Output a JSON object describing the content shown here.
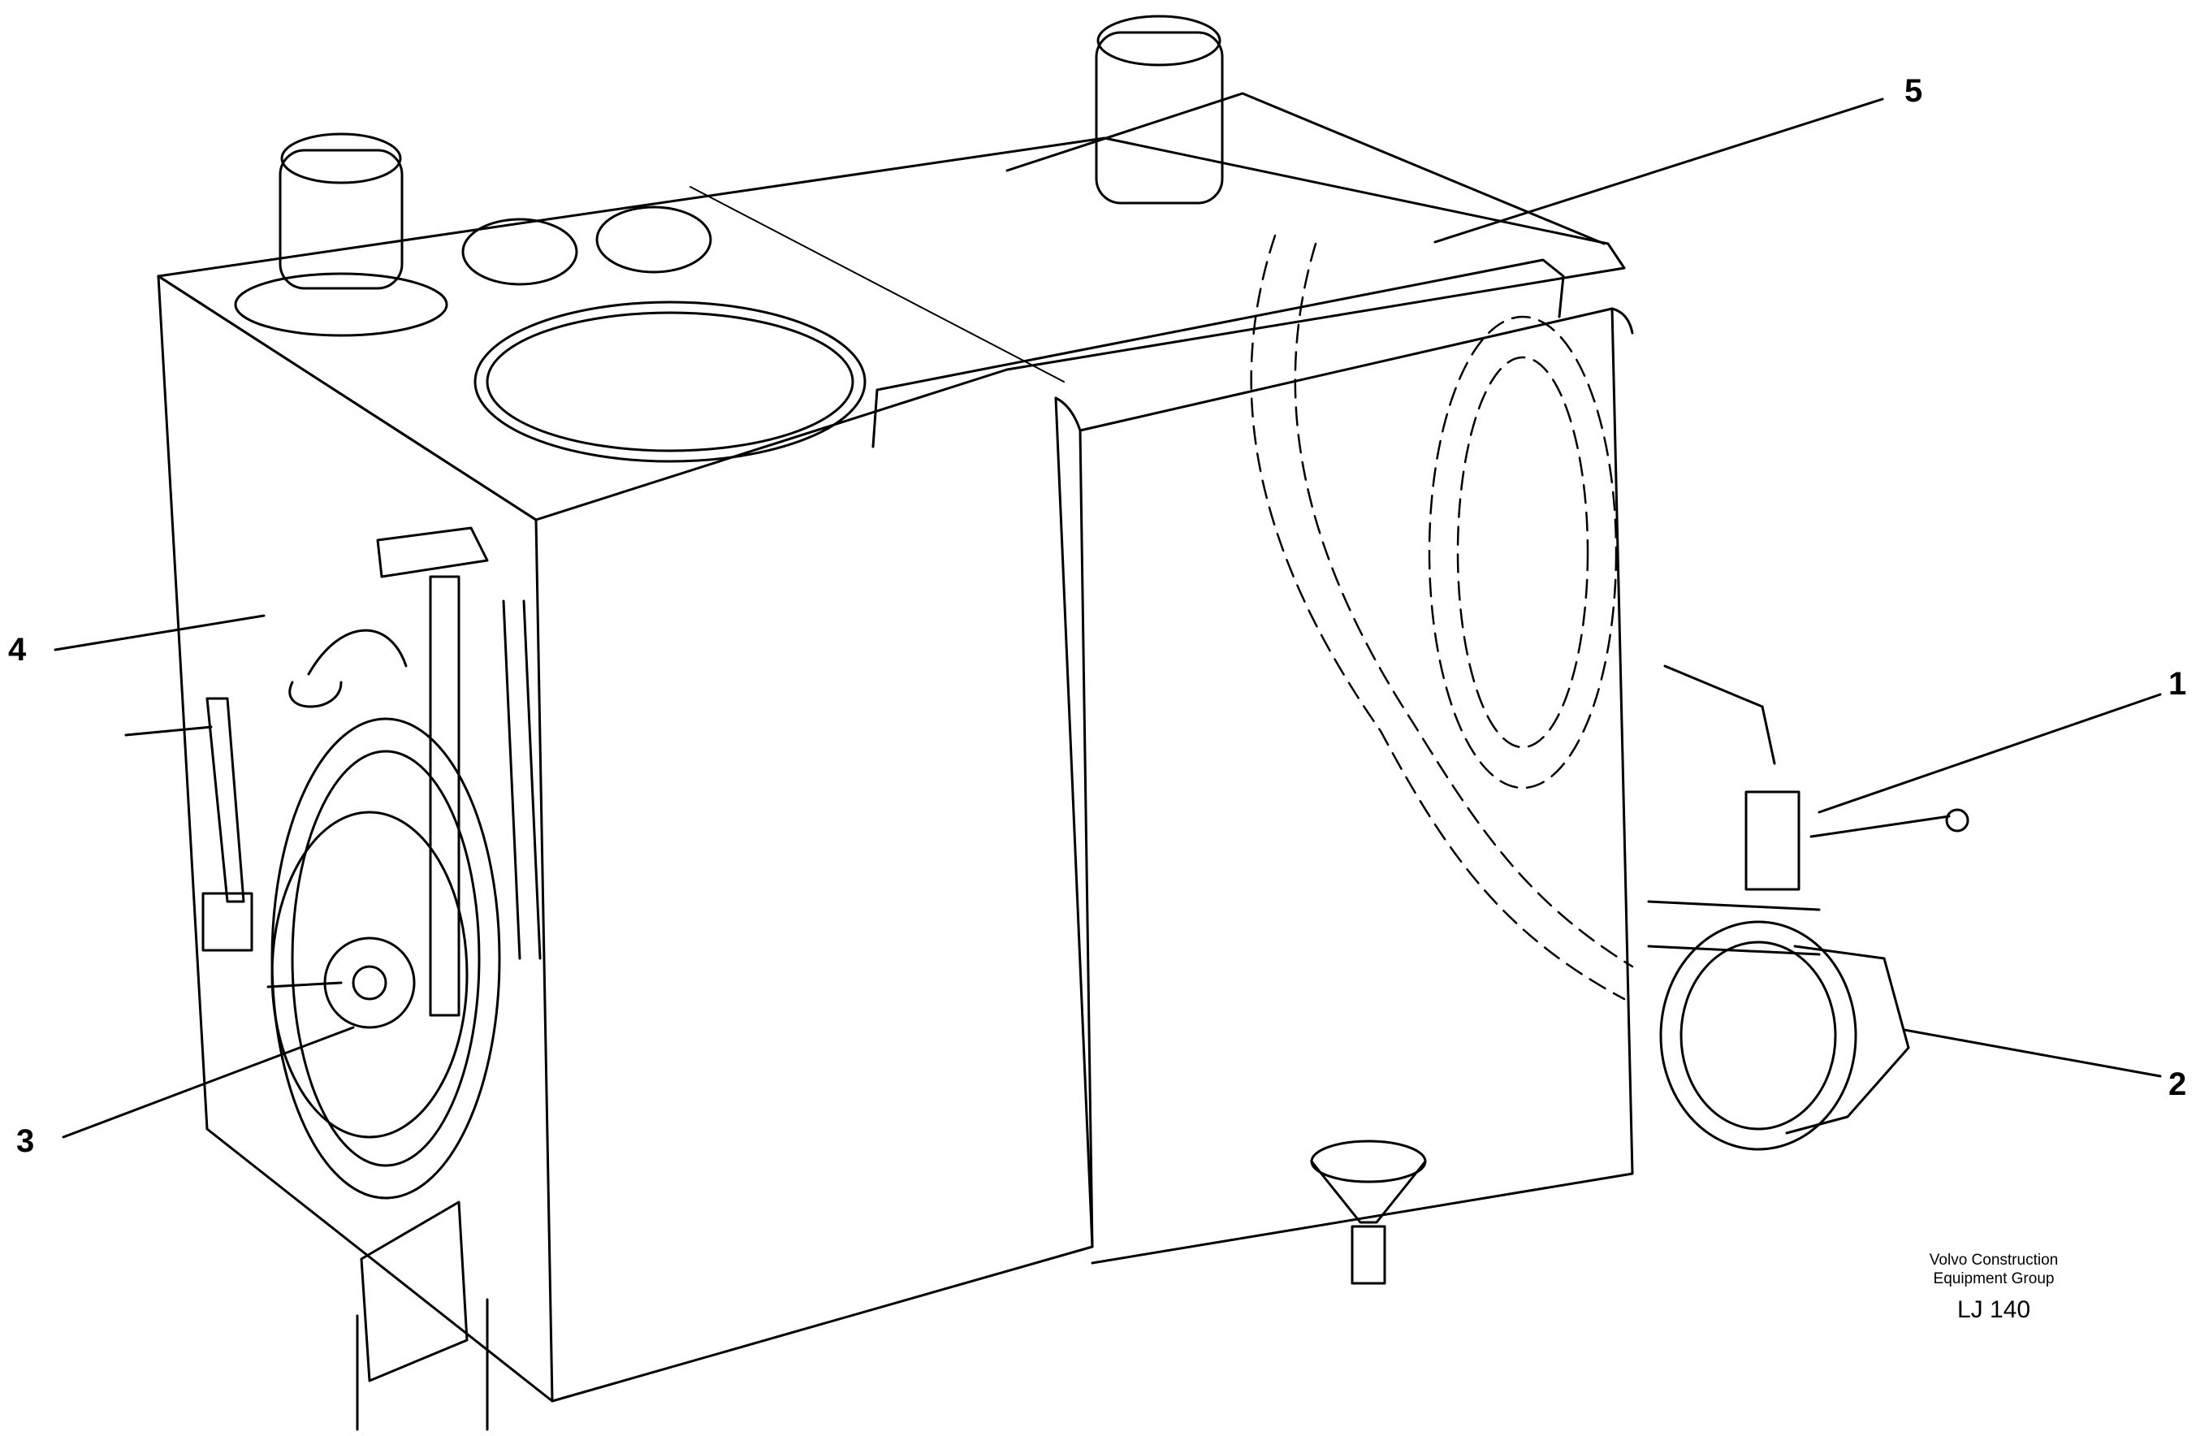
{
  "callouts": {
    "c1": "1",
    "c2": "2",
    "c3": "3",
    "c4": "4",
    "c5": "5"
  },
  "credit": {
    "line1": "Volvo Construction",
    "line2": "Equipment Group",
    "code": "LJ 140"
  },
  "colors": {
    "ink": "#000000",
    "paper": "#ffffff"
  }
}
